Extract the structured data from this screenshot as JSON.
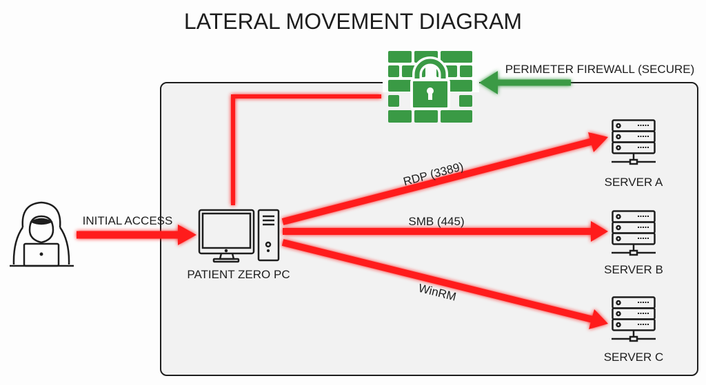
{
  "title": "LATERAL MOVEMENT DIAGRAM",
  "colors": {
    "attack": "#ff1a1a",
    "secure": "#3a9a45",
    "network_box": "#f2f2f2",
    "stroke": "#1e1e1e"
  },
  "attacker": {
    "icon": "hooded-hacker-icon",
    "arrow_label": "INITIAL ACCESS"
  },
  "patient_zero": {
    "icon": "desktop-pc-icon",
    "label": "PATIENT ZERO PC"
  },
  "firewall": {
    "icon": "firewall-lock-icon",
    "label": "PERIMETER FIREWALL (SECURE)"
  },
  "connections": [
    {
      "protocol": "RDP (3389)",
      "target": "SERVER A"
    },
    {
      "protocol": "SMB (445)",
      "target": "SERVER B"
    },
    {
      "protocol": "WinRM",
      "target": "SERVER C"
    }
  ],
  "servers": [
    {
      "label": "SERVER A",
      "icon": "server-rack-icon"
    },
    {
      "label": "SERVER B",
      "icon": "server-rack-icon"
    },
    {
      "label": "SERVER C",
      "icon": "server-rack-icon"
    }
  ]
}
